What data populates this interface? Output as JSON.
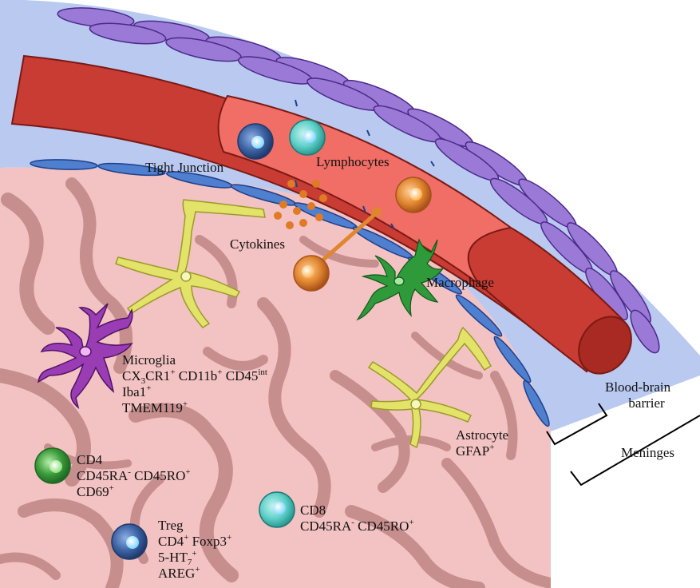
{
  "colors": {
    "brain": "#f3c2c2",
    "brain_vessel_pattern": "#c78e8e",
    "meninges": "#b9c9f0",
    "vessel": "#c93c34",
    "vessel_lumen": "#f06e66",
    "endothelium": "#4f7fcf",
    "dura_cells": "#9b79d6",
    "astrocyte": "#e3e36a",
    "microglia": "#9a3db5",
    "macrophage": "#2e9a3a",
    "cd4_cell": "#3a9a3a",
    "cd8_cell": "#5fd0c8",
    "treg_cell": "#3d63a4",
    "cytokines": "#e07a25"
  },
  "icons": [
    "endothelial-cell-icon",
    "dura-cell-icon",
    "astrocyte-icon",
    "microglia-icon",
    "macrophage-icon",
    "lymphocyte-icon",
    "cytokine-dot-icon"
  ],
  "labels": {
    "tight_junction": "Tight Junction",
    "lymphocytes": "Lymphocytes",
    "cytokines": "Cytokines",
    "macrophage": "Macrophage",
    "bbb_line1": "Blood-brain",
    "bbb_line2": "barrier",
    "meninges": "Meninges",
    "microglia": {
      "title": "Microglia",
      "m1_a": "CX",
      "m1_sub": "3",
      "m1_b": "CR1",
      "m1_sup1": "+",
      "m1_c": " CD11b",
      "m1_sup2": "+",
      "m1_d": " CD45",
      "m1_sup3": "int",
      "m2": "Iba1",
      "m2_sup": "+",
      "m3": "TMEM119",
      "m3_sup": "+"
    },
    "astrocyte": {
      "title": "Astrocyte",
      "m1": "GFAP",
      "m1_sup": "+"
    },
    "cd4": {
      "title": "CD4",
      "m1_a": "CD45RA",
      "m1_sup1": "-",
      "m1_b": " CD45RO",
      "m1_sup2": "+",
      "m2": "CD69",
      "m2_sup": "+"
    },
    "cd8": {
      "title": "CD8",
      "m1_a": "CD45RA",
      "m1_sup1": "-",
      "m1_b": " CD45RO",
      "m1_sup2": "+"
    },
    "treg": {
      "title": "Treg",
      "m1_a": "CD4",
      "m1_sup1": "+",
      "m1_b": " Foxp3",
      "m1_sup2": "+",
      "m2_a": "5-HT",
      "m2_sub": "7",
      "m2_sup": "+",
      "m3": "AREG",
      "m3_sup": "+"
    }
  }
}
